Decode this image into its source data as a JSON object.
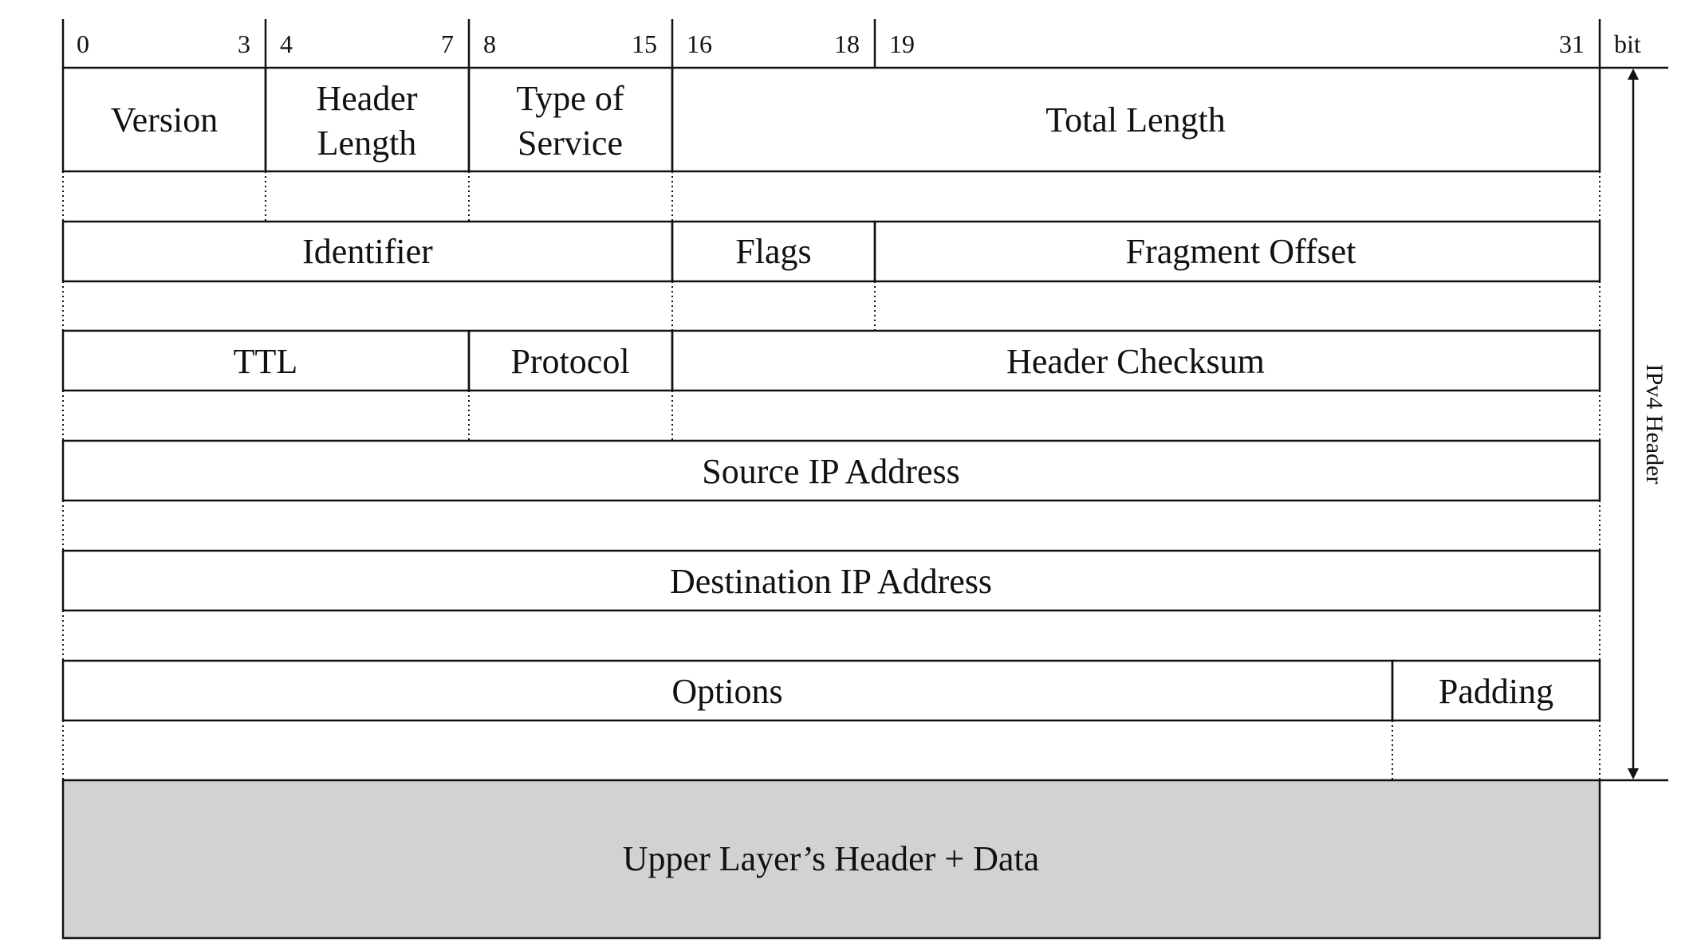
{
  "bit_ruler": {
    "labels": [
      "0",
      "3",
      "4",
      "7",
      "8",
      "15",
      "16",
      "18",
      "19",
      "31"
    ],
    "unit": "bit"
  },
  "header_rows": [
    [
      {
        "id": "version",
        "lines": [
          "Version"
        ]
      },
      {
        "id": "header-length",
        "lines": [
          "Header",
          "Length"
        ]
      },
      {
        "id": "type-of-service",
        "lines": [
          "Type of",
          "Service"
        ]
      },
      {
        "id": "total-length",
        "lines": [
          "Total Length"
        ]
      }
    ],
    [
      {
        "id": "identifier",
        "lines": [
          "Identifier"
        ]
      },
      {
        "id": "flags",
        "lines": [
          "Flags"
        ]
      },
      {
        "id": "fragment-offset",
        "lines": [
          "Fragment Offset"
        ]
      }
    ],
    [
      {
        "id": "ttl",
        "lines": [
          "TTL"
        ]
      },
      {
        "id": "protocol",
        "lines": [
          "Protocol"
        ]
      },
      {
        "id": "header-checksum",
        "lines": [
          "Header Checksum"
        ]
      }
    ],
    [
      {
        "id": "source-ip-address",
        "lines": [
          "Source IP Address"
        ]
      }
    ],
    [
      {
        "id": "destination-ip-address",
        "lines": [
          "Destination IP Address"
        ]
      }
    ],
    [
      {
        "id": "options",
        "lines": [
          "Options"
        ]
      },
      {
        "id": "padding",
        "lines": [
          "Padding"
        ]
      }
    ]
  ],
  "payload": {
    "label": "Upper Layer’s Header + Data",
    "fill": "#d3d1d2"
  },
  "span_label": "IPv4 Header",
  "colors": {
    "line": "#111111",
    "background": "#ffffff",
    "payload_fill": "#d3d1d2"
  }
}
